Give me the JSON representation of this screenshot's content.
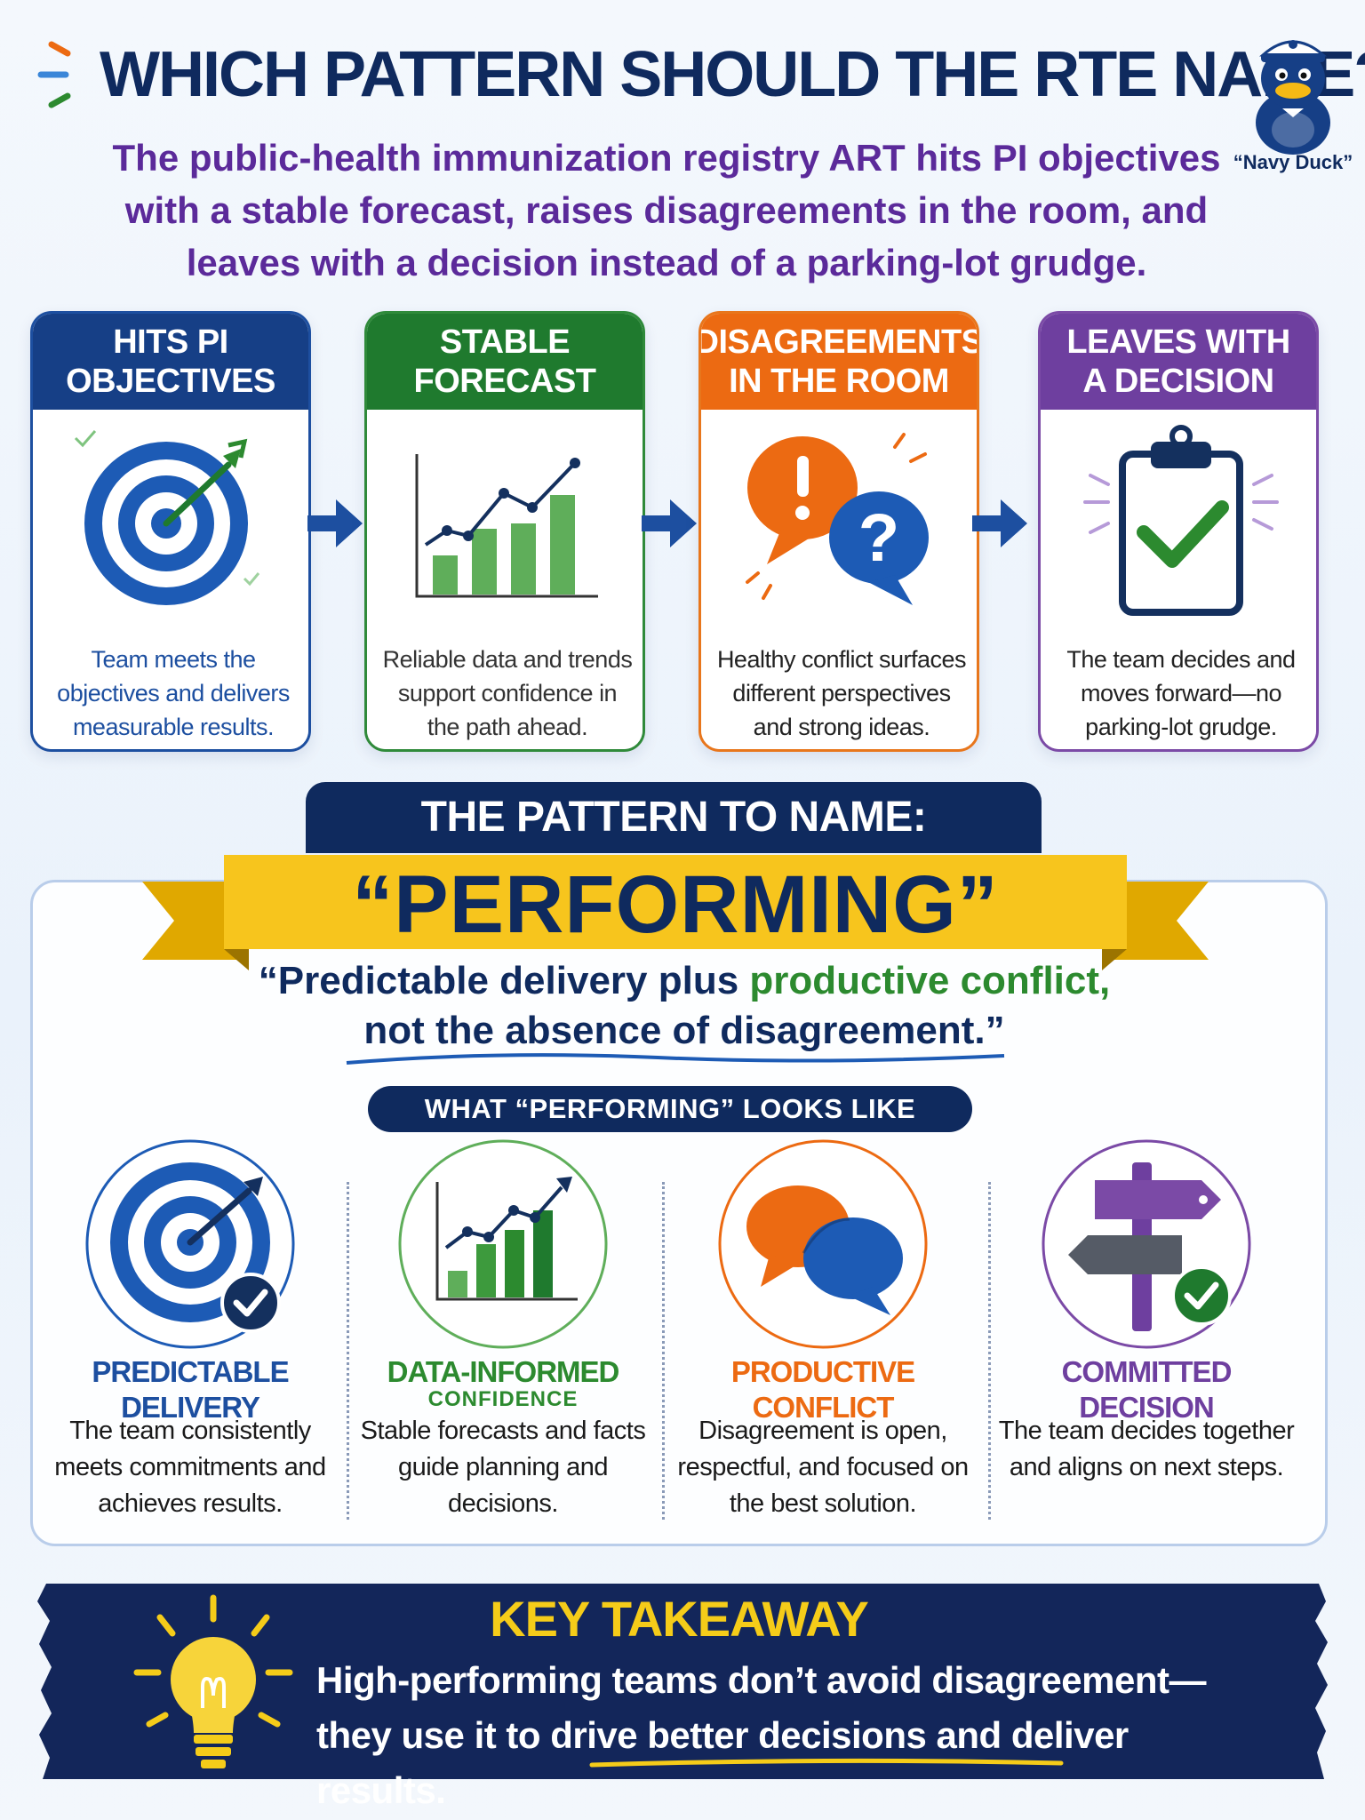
{
  "header": {
    "title": "WHICH PATTERN SHOULD THE RTE NAME?",
    "subtitle": "The public-health immunization registry ART hits  PI objectives with a stable forecast, raises disagreements in the room, and leaves with a decision instead of a parking-lot grudge.",
    "mascot_caption": "“Navy Duck”"
  },
  "steps": [
    {
      "title": "HITS PI\nOBJECTIVES",
      "icon": "target-icon",
      "description": "Team meets the objectives and delivers measurable results."
    },
    {
      "title": "STABLE\nFORECAST",
      "icon": "bar-chart-icon",
      "description": "Reliable data and trends support confidence in the path ahead."
    },
    {
      "title": "DISAGREEMENTS\nIN THE ROOM",
      "icon": "speech-bubbles-icon",
      "description": "Healthy conflict surfaces different perspectives and strong ideas."
    },
    {
      "title": "LEAVES WITH\nA DECISION",
      "icon": "clipboard-check-icon",
      "description": "The team decides and moves forward—no parking-lot grudge."
    }
  ],
  "pattern": {
    "label": "THE PATTERN TO NAME:",
    "name": "“PERFORMING”",
    "quote_before": "“Predictable delivery plus ",
    "quote_highlight": "productive conflict,",
    "quote_after": "not the absence of disagreement.”",
    "looks_like_label": "WHAT “PERFORMING” LOOKS LIKE"
  },
  "features": [
    {
      "title": "PREDICTABLE DELIVERY",
      "subtitle": "",
      "icon": "target-check-icon",
      "description": "The team consistently meets commitments and achieves results."
    },
    {
      "title": "DATA-INFORMED",
      "subtitle": "CONFIDENCE",
      "icon": "growth-chart-icon",
      "description": "Stable forecasts and facts guide planning and decisions."
    },
    {
      "title": "PRODUCTIVE CONFLICT",
      "subtitle": "",
      "icon": "chat-bubbles-icon",
      "description": "Disagreement is open, respectful, and focused on the best solution."
    },
    {
      "title": "COMMITTED DECISION",
      "subtitle": "",
      "icon": "signpost-check-icon",
      "description": "The team decides together and aligns on next steps."
    }
  ],
  "takeaway": {
    "title": "KEY TAKEAWAY",
    "line1": "High-performing teams don’t avoid disagreement—",
    "line2": "they use it to drive better decisions and deliver results."
  },
  "colors": {
    "navy": "#0f2a5e",
    "blue": "#1d4fa0",
    "green": "#2c8a2f",
    "orange": "#ec6a12",
    "purple": "#6e3f9f",
    "yellow": "#f5cc19"
  }
}
